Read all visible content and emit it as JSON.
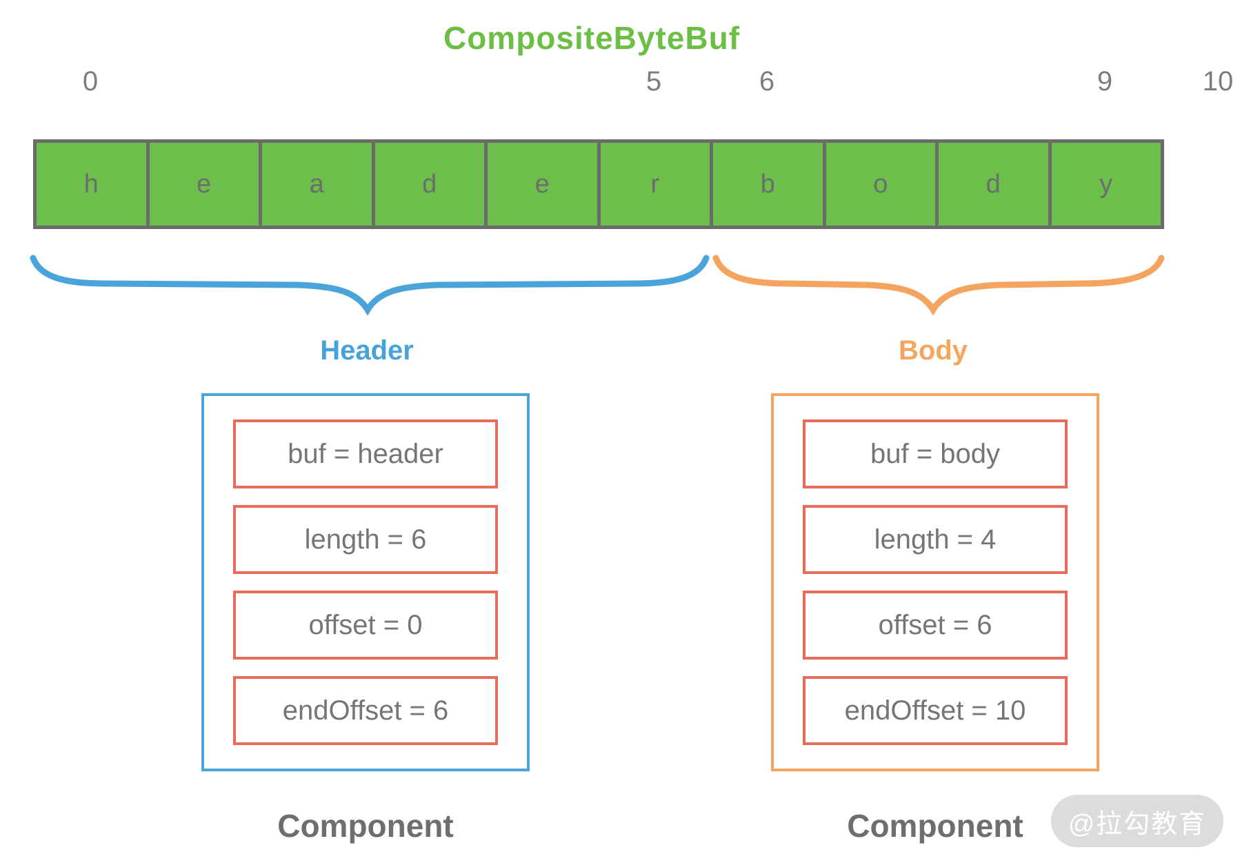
{
  "title": "CompositeByteBuf",
  "buffer": {
    "indices": [
      "0",
      "5",
      "6",
      "9",
      "10"
    ],
    "cells": [
      "h",
      "e",
      "a",
      "d",
      "e",
      "r",
      "b",
      "o",
      "d",
      "y"
    ]
  },
  "header_section": {
    "label": "Header",
    "caption": "Component",
    "rows": [
      "buf = header",
      "length = 6",
      "offset = 0",
      "endOffset = 6"
    ]
  },
  "body_section": {
    "label": "Body",
    "caption": "Component",
    "rows": [
      "buf = body",
      "length = 4",
      "offset = 6",
      "endOffset = 10"
    ]
  },
  "watermark": "@拉勾教育",
  "colors": {
    "title_green": "#6cbe45",
    "cell_green": "#6cbf4b",
    "cell_border_gray": "#6b6b6b",
    "header_blue": "#45a3d9",
    "body_orange": "#f5a460",
    "field_border_red": "#e96a5a",
    "text_gray": "#757575"
  }
}
